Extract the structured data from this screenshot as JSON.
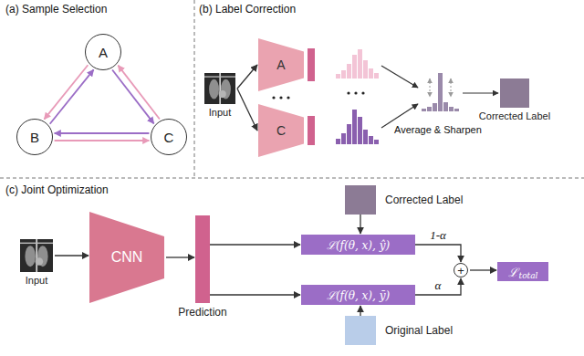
{
  "diagram": {
    "nodes": [
      {
        "text": [
          "A"
        ]
      },
      {
        "text": [
          "B"
        ]
      },
      {
        "text": [
          "C"
        ]
      },
      {
        "text": [
          "Input"
        ]
      },
      {
        "text": [
          "A"
        ]
      },
      {
        "text": [
          "C"
        ]
      },
      {
        "text": [
          "Corrected Label"
        ]
      },
      {
        "text": [
          "Input"
        ]
      },
      {
        "text": [
          "CNN"
        ]
      },
      {
        "text": [
          "Prediction"
        ]
      },
      {
        "text": [
          "Corrected Label"
        ]
      },
      {
        "text": [
          "ℒ(f(θ, x), ŷ)"
        ]
      },
      {
        "text": [
          "ℒ(f(θ, x), ȳ)"
        ]
      },
      {
        "text": [
          "Original Label"
        ]
      },
      {
        "text": [
          "+"
        ]
      },
      {
        "text": [
          "ℒ",
          "total"
        ]
      }
    ],
    "edges": [
      {
        "from": 0,
        "to": 1,
        "arrow": "to"
      },
      {
        "from": 1,
        "to": 0,
        "arrow": "to"
      },
      {
        "from": 0,
        "to": 2,
        "arrow": "to"
      },
      {
        "from": 2,
        "to": 0,
        "arrow": "to"
      },
      {
        "from": 1,
        "to": 2,
        "arrow": "to"
      },
      {
        "from": 2,
        "to": 1,
        "arrow": "to"
      },
      {
        "from": 3,
        "to": 4,
        "arrow": "to"
      },
      {
        "from": 3,
        "to": 5,
        "arrow": "to"
      },
      {
        "from": 7,
        "to": 8,
        "arrow": "to"
      },
      {
        "from": 8,
        "to": 9,
        "arrow": "to"
      },
      {
        "from": 9,
        "to": 11,
        "arrow": "to"
      },
      {
        "from": 9,
        "to": 12,
        "arrow": "to"
      },
      {
        "from": 10,
        "to": 11,
        "arrow": "to"
      },
      {
        "from": 13,
        "to": 12,
        "arrow": "to"
      },
      {
        "from": 11,
        "to": 14,
        "label": "1-α",
        "arrow": "to"
      },
      {
        "from": 12,
        "to": 14,
        "label": "α",
        "arrow": "to"
      },
      {
        "from": 14,
        "to": 15,
        "arrow": "to"
      }
    ],
    "labels": [
      "(a) Sample Selection",
      "(b) Label Correction",
      "Average & Sharpen",
      "(c) Joint Optimization"
    ]
  }
}
